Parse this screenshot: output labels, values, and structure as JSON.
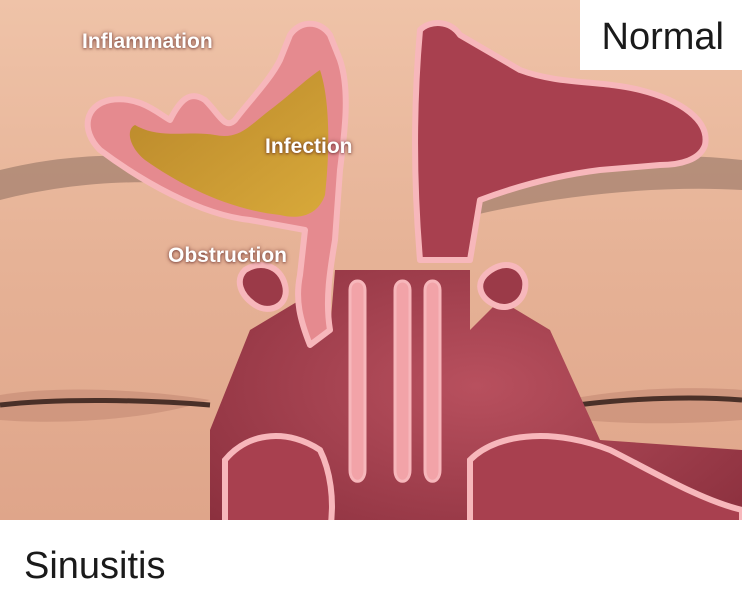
{
  "labels": {
    "inflammation": "Inflammation",
    "infection": "Infection",
    "obstruction": "Obstruction",
    "normal": "Normal",
    "sinusitis": "Sinusitis"
  },
  "colors": {
    "skin": "#e7b49a",
    "mucosa": "#e58a8f",
    "mucosa_outline": "#f7b7bb",
    "cavity": "#9b3a48",
    "pus": "#c89a2c"
  }
}
